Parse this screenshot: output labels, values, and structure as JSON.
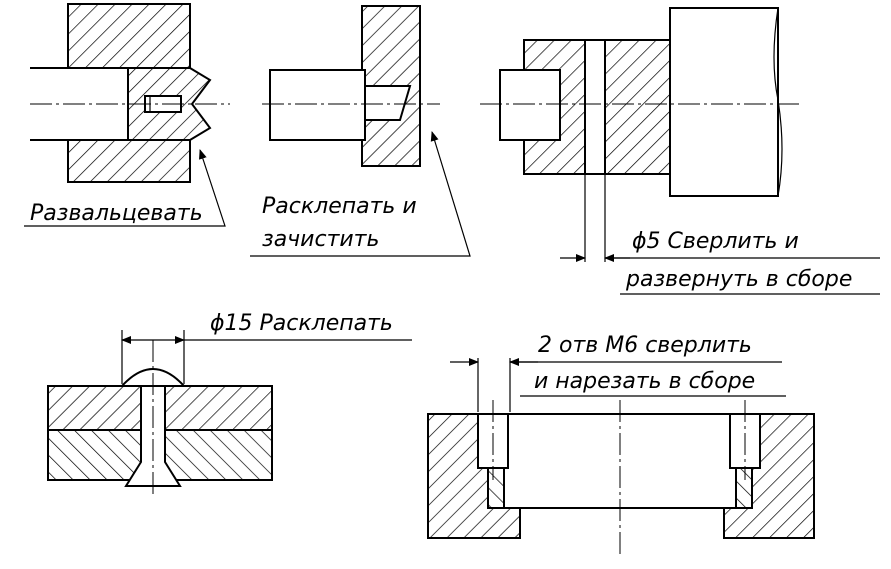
{
  "notes": {
    "flare": "Развальцевать",
    "rivet_clean_line1": "Расклепать и",
    "rivet_clean_line2": "зачистить",
    "drill_ream_line1": "ϕ5 Сверлить и",
    "drill_ream_line2": "развернуть в сборе",
    "rivet15": "ϕ15 Расклепать",
    "holes_line1": "2 отв М6 сверлить",
    "holes_line2": "и нарезать в сборе"
  }
}
